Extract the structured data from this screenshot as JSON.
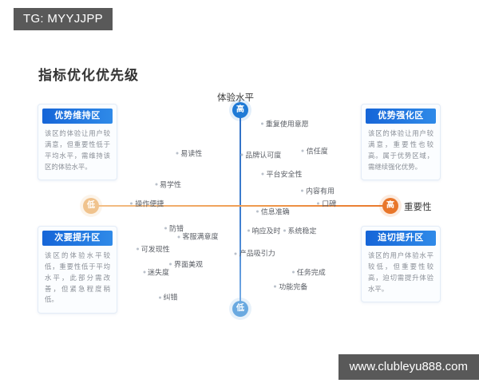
{
  "tag": {
    "label": "TG: MYYJJPP"
  },
  "page": {
    "title": "指标优化优先级"
  },
  "watermark": {
    "text": "www.clubleyu888.com"
  },
  "axes": {
    "y_title": "体验水平",
    "x_title": "重要性",
    "y_high": "高",
    "y_low": "低",
    "x_low": "低",
    "x_high": "高"
  },
  "quadrants": [
    {
      "key": "top-left",
      "title": "优势维持区",
      "desc": "该区的体验让用户较满意，但重要性低于平均水平，需维持该区的体验水平。"
    },
    {
      "key": "top-right",
      "title": "优势强化区",
      "desc": "该区的体验让用户较满意，重要性也较高。属于优势区域，需继续强化优势。"
    },
    {
      "key": "bottom-left",
      "title": "次要提升区",
      "desc": "该区的体验水平较低，重要性低于平均水平，此部分需改善，但紧急程度稍低。"
    },
    {
      "key": "bottom-right",
      "title": "迫切提升区",
      "desc": "该区的用户体验水平较低，但重要性较高，迫切需提升体验水平。"
    }
  ],
  "colors": {
    "y_axis": "#2f6fc4",
    "x_axis": "#e8772a",
    "card_header_from": "#1565d8",
    "card_header_to": "#2f8ae8",
    "point_dot": "#b9c0ca",
    "tag_bg": "#595959"
  },
  "chart_data": {
    "type": "scatter",
    "title": "指标优化优先级",
    "xlabel": "重要性",
    "ylabel": "体验水平",
    "xlim": [
      0,
      100
    ],
    "ylim": [
      0,
      100
    ],
    "grid": false,
    "legend": "none",
    "quadrant_labels": [
      "优势维持区",
      "优势强化区",
      "次要提升区",
      "迫切提升区"
    ],
    "points": [
      {
        "label": "易读性",
        "x": 33,
        "y": 78,
        "quadrant": "top-left"
      },
      {
        "label": "易学性",
        "x": 26,
        "y": 63,
        "quadrant": "top-left"
      },
      {
        "label": "操作便捷",
        "x": 19,
        "y": 54,
        "quadrant": "top-left"
      },
      {
        "label": "重复使用意愿",
        "x": 65,
        "y": 92,
        "quadrant": "top-right"
      },
      {
        "label": "品牌认可度",
        "x": 57,
        "y": 77,
        "quadrant": "top-right"
      },
      {
        "label": "信任度",
        "x": 75,
        "y": 79,
        "quadrant": "top-right"
      },
      {
        "label": "平台安全性",
        "x": 64,
        "y": 68,
        "quadrant": "top-right"
      },
      {
        "label": "内容有用",
        "x": 76,
        "y": 60,
        "quadrant": "top-right"
      },
      {
        "label": "口碑",
        "x": 79,
        "y": 54,
        "quadrant": "top-right"
      },
      {
        "label": "信息准确",
        "x": 61,
        "y": 50,
        "quadrant": "top-right"
      },
      {
        "label": "防错",
        "x": 28,
        "y": 42,
        "quadrant": "bottom-left"
      },
      {
        "label": "客服满意度",
        "x": 36,
        "y": 38,
        "quadrant": "bottom-left"
      },
      {
        "label": "可发现性",
        "x": 21,
        "y": 32,
        "quadrant": "bottom-left"
      },
      {
        "label": "界面美观",
        "x": 32,
        "y": 25,
        "quadrant": "bottom-left"
      },
      {
        "label": "迷失度",
        "x": 22,
        "y": 21,
        "quadrant": "bottom-left"
      },
      {
        "label": "纠错",
        "x": 26,
        "y": 9,
        "quadrant": "bottom-left"
      },
      {
        "label": "响应及时",
        "x": 58,
        "y": 41,
        "quadrant": "bottom-right"
      },
      {
        "label": "系统稳定",
        "x": 70,
        "y": 41,
        "quadrant": "bottom-right"
      },
      {
        "label": "产品吸引力",
        "x": 55,
        "y": 30,
        "quadrant": "bottom-right"
      },
      {
        "label": "任务完成",
        "x": 73,
        "y": 21,
        "quadrant": "bottom-right"
      },
      {
        "label": "功能完备",
        "x": 67,
        "y": 14,
        "quadrant": "bottom-right"
      }
    ]
  }
}
